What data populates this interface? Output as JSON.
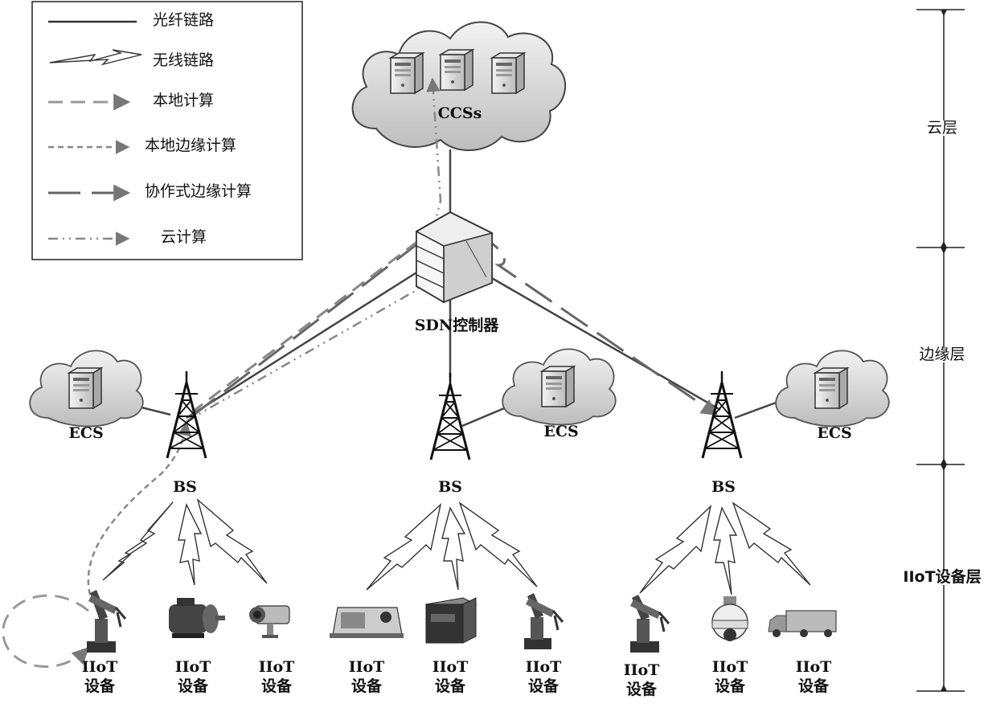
{
  "legend": {
    "fiber": "光纤链路",
    "wireless": "无线链路",
    "local": "本地计算",
    "local_edge": "本地边缘计算",
    "coop_edge": "协作式边缘计算",
    "cloud": "云计算"
  },
  "nodes": {
    "cloud": "CCSs",
    "sdn": "SDN控制器",
    "ecs": "ECS",
    "bs": "BS"
  },
  "layers": {
    "cloud_layer": "云层",
    "edge_layer": "边缘层",
    "device_layer": "IIoT设备层"
  },
  "device": {
    "line1": "IIoT",
    "line2": "设备"
  },
  "device_icons": [
    "robot-arm",
    "motor",
    "camera",
    "control-keyboard",
    "controller-box",
    "robot-arm",
    "robot-arm",
    "dome-camera",
    "truck"
  ],
  "colors": {
    "line": "#444444",
    "dash": "#8a8a8a",
    "cloud_fill": "#d7d7d7"
  }
}
